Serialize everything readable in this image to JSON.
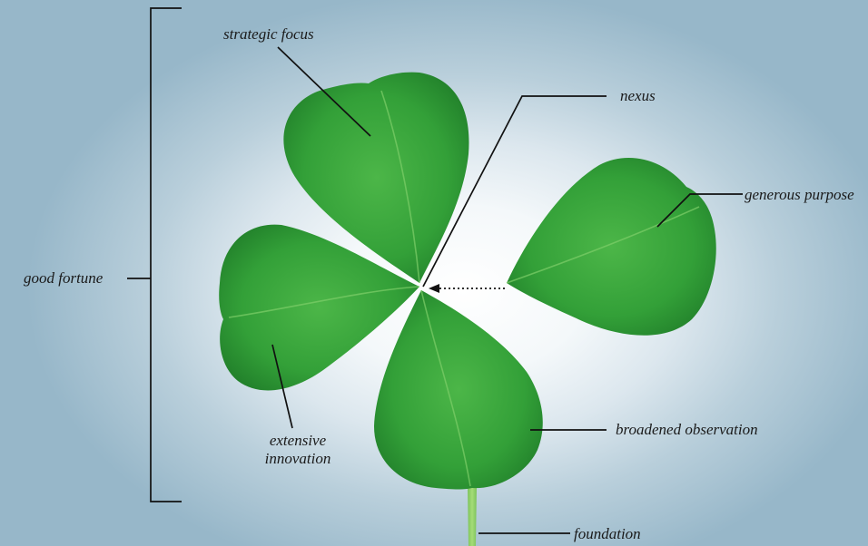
{
  "labels": {
    "strategic_focus": "strategic focus",
    "nexus": "nexus",
    "generous_purpose": "generous purpose",
    "good_fortune": "good fortune",
    "extensive_innovation": {
      "line1": "extensive",
      "line2": "innovation"
    },
    "broadened_observation": "broadened observation",
    "foundation": "foundation"
  },
  "colors": {
    "leaf_base": "#2f9a35",
    "leaf_light": "#55bb4f",
    "leaf_dark": "#1f7a29",
    "stem": "#8fd168",
    "line": "#111111"
  }
}
